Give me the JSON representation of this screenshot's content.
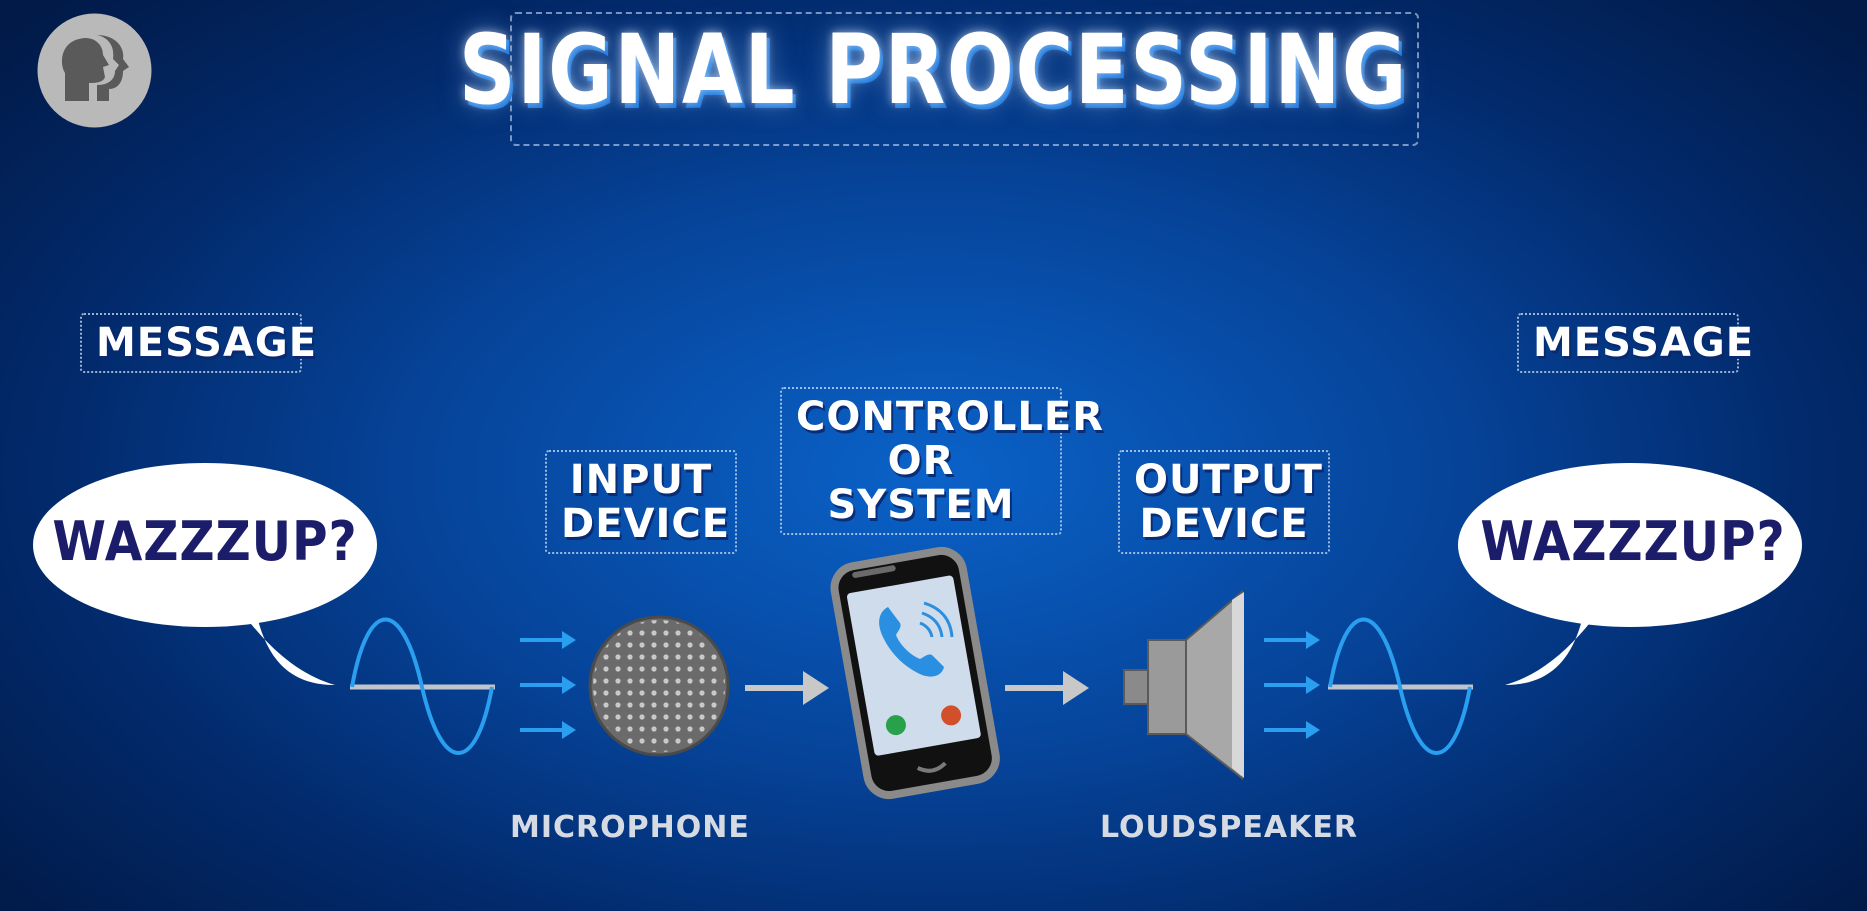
{
  "title": "SIGNAL PROCESSING",
  "labels": {
    "message_left": "MESSAGE",
    "message_right": "MESSAGE",
    "input_device_line1": "INPUT",
    "input_device_line2": "DEVICE",
    "controller_line1": "CONTROLLER",
    "controller_line2": "OR SYSTEM",
    "output_device_line1": "OUTPUT",
    "output_device_line2": "DEVICE"
  },
  "bubbles": {
    "left": "WAZZZUP?",
    "right": "WAZZZUP?"
  },
  "captions": {
    "microphone": "MICROPHONE",
    "loudspeaker": "LOUDSPEAKER"
  },
  "icons": [
    "pbs-logo-icon",
    "microphone-icon",
    "smartphone-icon",
    "phone-call-icon",
    "loudspeaker-icon",
    "sine-wave-icon",
    "arrow-right-icon"
  ],
  "colors": {
    "background": "#0656b8",
    "wave": "#2a9ff0",
    "bubble": "#ffffff",
    "bubble_text": "#1c1d6a",
    "arrow_gray": "#c8c8c8",
    "arrow_blue": "#2a9ff0"
  }
}
